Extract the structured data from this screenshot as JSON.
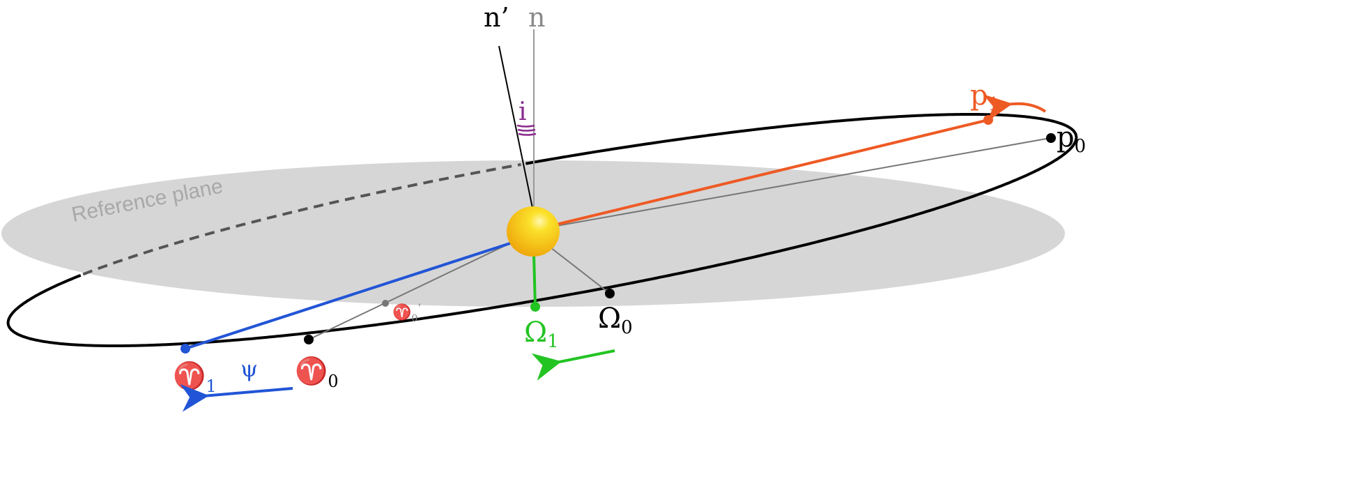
{
  "labels": {
    "reference_plane": "Reference plane",
    "n_prime": "n’",
    "n": "n",
    "inclination": "i",
    "p1": "p",
    "p1_sub": "1",
    "p0": "p",
    "p0_sub": "0",
    "aries1": "♈",
    "aries1_sub": "1",
    "psi": "ψ",
    "aries0": "♈",
    "aries0_sub": "0",
    "aries0_prime": "♈",
    "aries0_prime_sub": "0",
    "aries0_prime_mark": "’",
    "omega1": "Ω",
    "omega1_sub": "1",
    "omega0": "Ω",
    "omega0_sub": "0"
  },
  "colors": {
    "orbit": "#000000",
    "plane": "#d6d6d6",
    "perihelion": "#ee5a24",
    "equinox": "#2255d6",
    "node": "#22c422",
    "inclination": "#8b2b8e",
    "guide": "#777777",
    "sun": "#f5c400"
  }
}
